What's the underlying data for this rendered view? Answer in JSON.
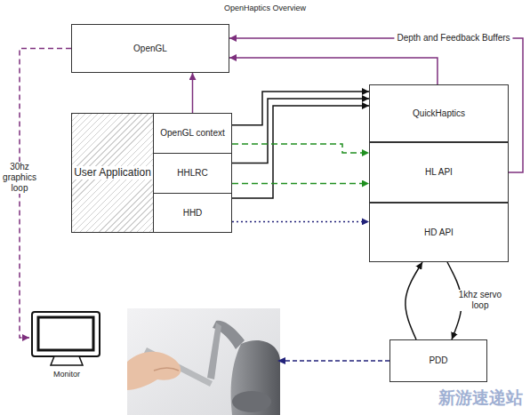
{
  "diagram": {
    "title": "OpenHaptics Overview",
    "nodes": [
      {
        "text": [
          "OpenGL"
        ]
      },
      {
        "text": [
          "User Application"
        ]
      },
      {
        "text": [
          "OpenGL context"
        ],
        "in": 1
      },
      {
        "text": [
          "HHLRC"
        ],
        "in": 1
      },
      {
        "text": [
          "HHD"
        ],
        "in": 1
      },
      {
        "text": [
          "QuickHaptics"
        ]
      },
      {
        "text": [
          "HL API"
        ]
      },
      {
        "text": [
          "HD API"
        ]
      },
      {
        "text": [
          "PDD"
        ]
      },
      {
        "text": [
          "Monitor"
        ]
      }
    ],
    "edges": [
      {
        "from": 2,
        "to": 0,
        "arrow": "to"
      },
      {
        "from": 5,
        "to": 0,
        "arrow": "to"
      },
      {
        "from": 6,
        "to": 0,
        "label": "Depth and Feedback Buffers",
        "arrow": "to"
      },
      {
        "from": 2,
        "to": 5,
        "arrow": "to"
      },
      {
        "from": 3,
        "to": 5,
        "arrow": "to"
      },
      {
        "from": 4,
        "to": 5,
        "arrow": "to"
      },
      {
        "from": 2,
        "to": 6,
        "arrow": "to"
      },
      {
        "from": 3,
        "to": 6,
        "arrow": "to"
      },
      {
        "from": 4,
        "to": 7,
        "arrow": "to"
      },
      {
        "from": 8,
        "to": 7,
        "arrow": "to"
      },
      {
        "from": 7,
        "to": 8,
        "label": "1khz servo loop",
        "arrow": "to"
      },
      {
        "from": 0,
        "to": 9,
        "label": "30hz graphics loop",
        "arrow": "to"
      }
    ],
    "labels": [
      "新游速递站"
    ]
  }
}
